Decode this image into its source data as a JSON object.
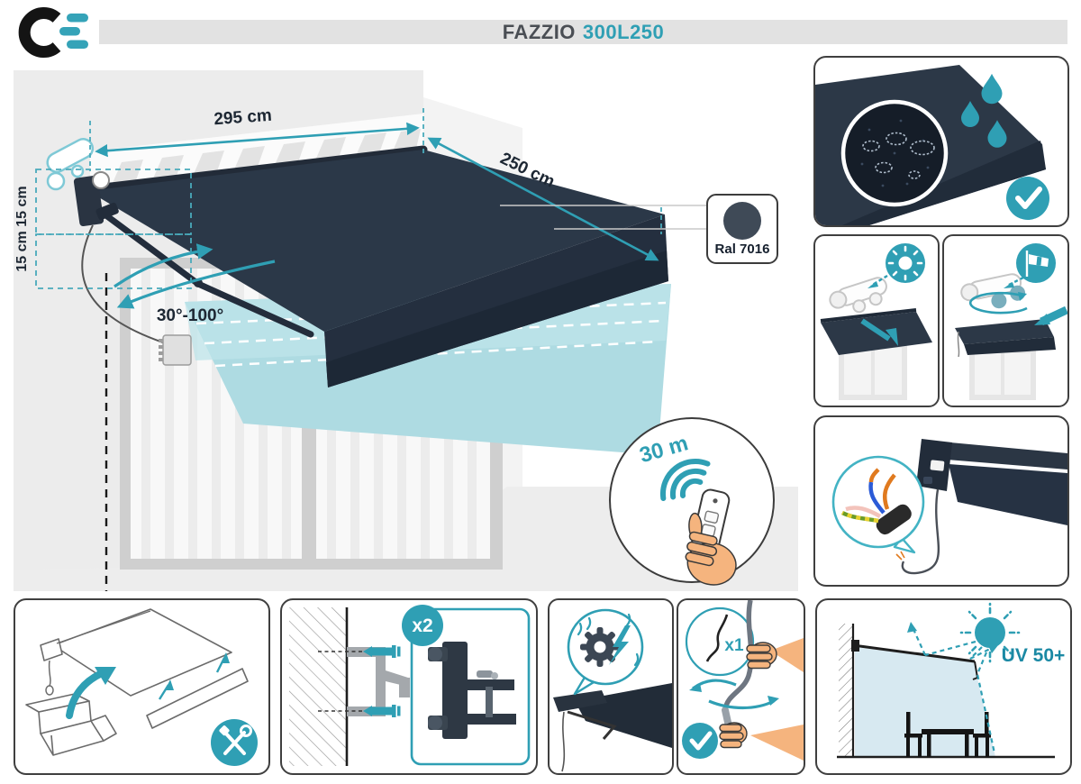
{
  "header": {
    "logo_icon": "brand-c-logo",
    "title": "FAZZIO",
    "model": "300L250"
  },
  "diagram": {
    "width_label": "295 cm",
    "projection_label": "250 cm",
    "margins_label": "15 cm 15 cm",
    "angle_range_label": "30°-100°",
    "frame_color_label": "Ral 7016",
    "remote_range_label": "30 m"
  },
  "features": {
    "water_resistant": {
      "icons": [
        "water-droplets-icon",
        "magnifier-icon",
        "check-icon"
      ]
    },
    "sun_sensor": {
      "icon": "sun-icon"
    },
    "wind_sensor": {
      "icon": "windsock-icon"
    },
    "power_cable": {
      "icon": "wires-icon"
    },
    "assembly": {
      "icon": "tools-icon"
    },
    "wall_brackets": {
      "quantity_label": "x2",
      "icon": "bracket-icon"
    },
    "motor_drive": {
      "icon": "gear-lightning-icon",
      "crank_quantity_label": "x1",
      "status_icon": "check-icon"
    },
    "uv_protection": {
      "label": "UV 50+",
      "icon": "sun-icon"
    }
  },
  "colors": {
    "accent": "#2f9fb4",
    "accent_dark": "#1b89a4",
    "ghost_fabric": "#aedbe2",
    "fabric": "#2b3848",
    "fabric_dark": "#242f3f",
    "ral_swatch": "#3f4a57",
    "skin": "#f5b47e",
    "panel_border": "#3f3f3f",
    "text_dark": "#1d2733",
    "title_gray": "#4a4e54"
  }
}
